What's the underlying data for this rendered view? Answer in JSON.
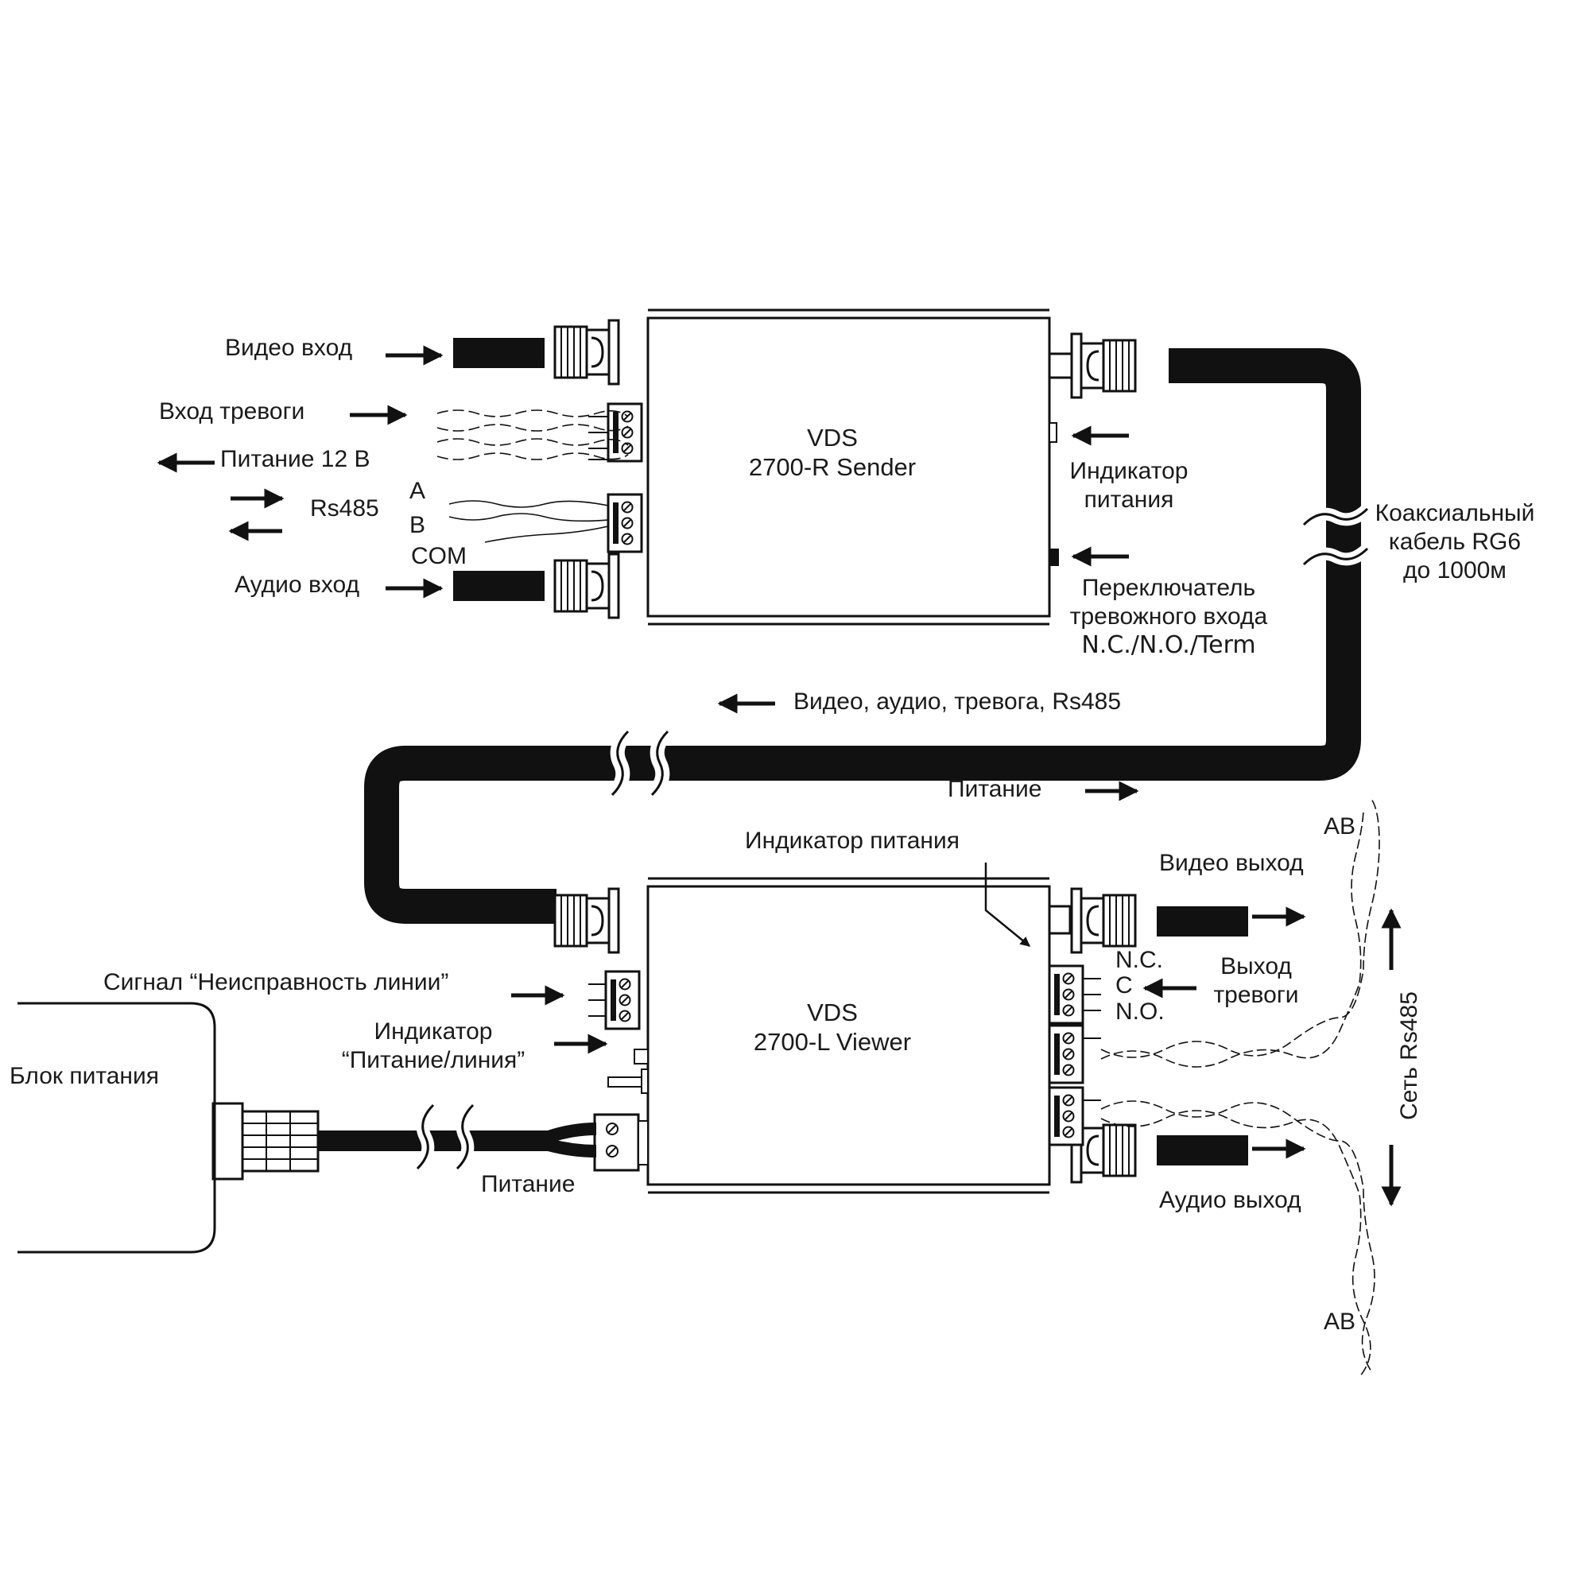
{
  "sender": {
    "device_line1": "VDS",
    "device_line2": "2700-R Sender",
    "video_in": "Видео вход",
    "alarm_in": "Вход тревоги",
    "power_12v": "Питание 12 В",
    "rs485": "Rs485",
    "a": "A",
    "b": "B",
    "com": "COM",
    "audio_in": "Аудио вход",
    "power_indicator_line1": "Индикатор",
    "power_indicator_line2": "питания",
    "switch_line1": "Переключатель",
    "switch_line2": "тревожного входа",
    "switch_line3": "N.C./N.O./Term"
  },
  "cable": {
    "line1": "Коаксиальный",
    "line2": "кабель RG6",
    "line3": "до 1000м",
    "signals": "Видео, аудио, тревога, Rs485",
    "power": "Питание"
  },
  "viewer": {
    "device_line1": "VDS",
    "device_line2": "2700-L Viewer",
    "power_indicator": "Индикатор питания",
    "video_out": "Видео выход",
    "nc": "N.C.",
    "c": "C",
    "no": "N.O.",
    "alarm_out_line1": "Выход",
    "alarm_out_line2": "тревоги",
    "audio_out": "Аудио выход",
    "line_fault": "Сигнал “Неисправность линии”",
    "line_indicator_line1": "Индикатор",
    "line_indicator_line2": "“Питание/линия”",
    "power": "Питание",
    "rs485_net": "Сеть Rs485",
    "ab_top": "AB",
    "ab_bottom": "AB"
  },
  "psu": {
    "label": "Блок питания"
  }
}
